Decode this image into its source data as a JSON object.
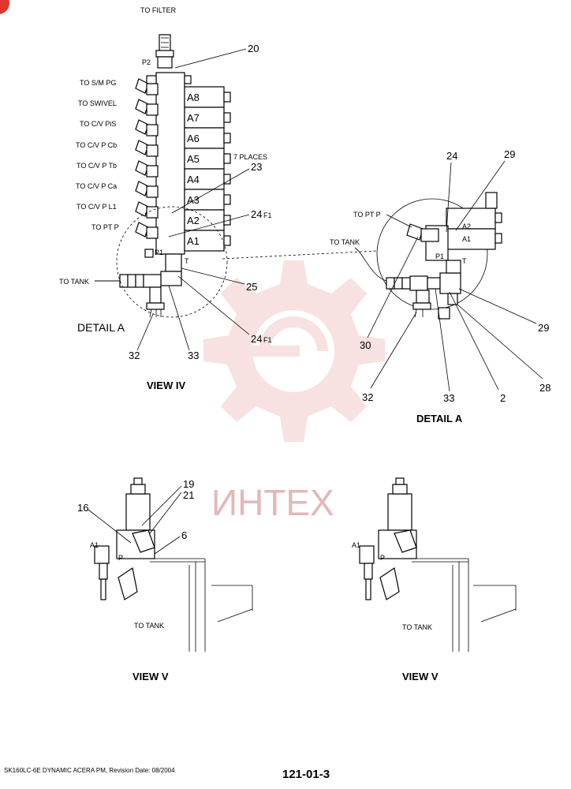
{
  "labels": {
    "to_filter": "TO FILTER",
    "p2": "P2",
    "to_sm_pg": "TO S/M PG",
    "to_swivel": "TO SWIVEL",
    "to_cv_pis": "TO C/V PiS",
    "to_cv_pcb": "TO C/V P Cb",
    "to_cv_ptb": "TO C/V P Tb",
    "to_cv_pca": "TO C/V P Ca",
    "to_cv_pl1": "TO C/V P L1",
    "to_pt_p": "TO PT P",
    "to_tank": "TO TANK",
    "p1": "P1",
    "t": "T",
    "seven_places": "7 PLACES",
    "detail_a_label": "DETAIL A",
    "to_pt_p_detail": "TO PT P",
    "to_tank_detail": "TO TANK",
    "a2_detail": "A2",
    "a1_detail": "A1",
    "p1_detail": "P1",
    "t_detail": "T",
    "a1_v1": "A1",
    "p_v1": "P",
    "to_tank_v1": "TO TANK",
    "a1_v2": "A1",
    "p_v2": "P",
    "to_tank_v2": "TO TANK"
  },
  "solenoids": [
    "A8",
    "A7",
    "A6",
    "A5",
    "A4",
    "A3",
    "A2",
    "A1"
  ],
  "callouts": {
    "c20": "20",
    "c23": "23",
    "c24f1_top": "24",
    "f1_top": "F1",
    "c25": "25",
    "c24f1_bot": "24",
    "f1_bot": "F1",
    "c32": "32",
    "c33": "33",
    "d24": "24",
    "d29_top": "29",
    "d29_right": "29",
    "d30": "30",
    "d32": "32",
    "d33": "33",
    "d2": "2",
    "d28": "28",
    "v19": "19",
    "v21": "21",
    "v16": "16",
    "v6": "6"
  },
  "titles": {
    "view_iv": "VIEW IV",
    "detail_a": "DETAIL A",
    "view_v_left": "VIEW V",
    "view_v_right": "VIEW V"
  },
  "watermark": "ИНТЕХ",
  "footer": {
    "left": "SK160LC-6E DYNAMIC ACERA PM, Revision Date: 08/2004",
    "page": "121-01-3"
  },
  "colors": {
    "watermark": "#e4b8b8",
    "corner_badge": "#e0362c"
  }
}
